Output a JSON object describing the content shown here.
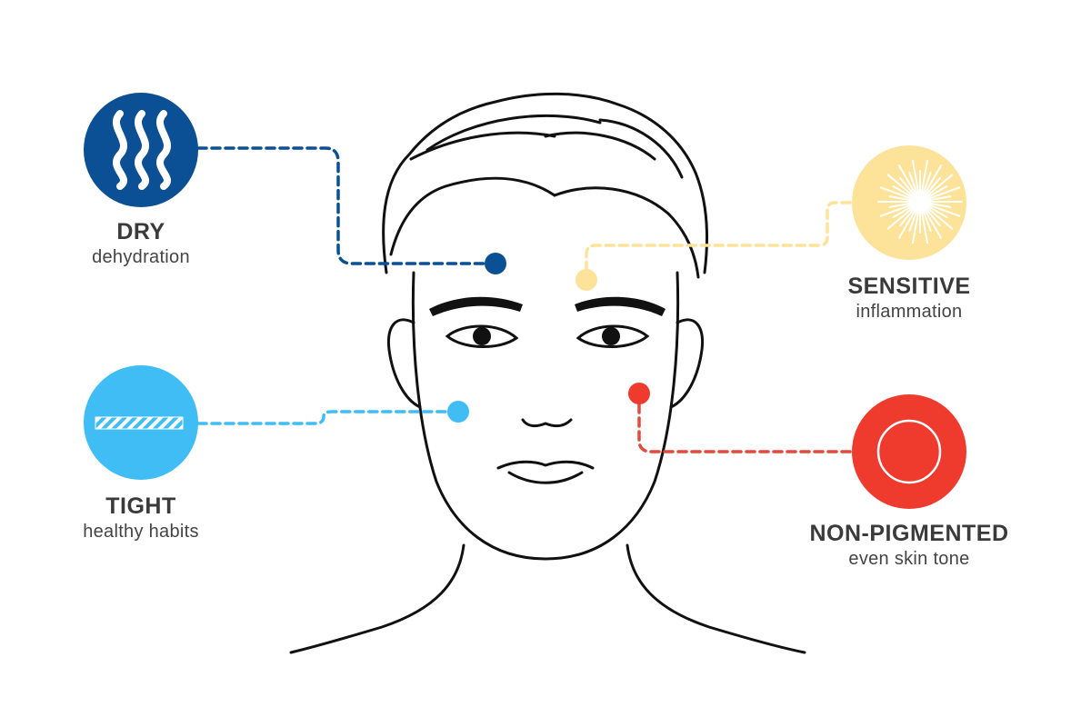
{
  "categories": [
    {
      "id": "dry",
      "title": "DRY",
      "subtitle": "dehydration",
      "color": "#0b4f94",
      "icon": "wavy-lines-icon"
    },
    {
      "id": "tight",
      "title": "TIGHT",
      "subtitle": "healthy habits",
      "color": "#3fbdf4",
      "icon": "hatched-bar-icon"
    },
    {
      "id": "sensitive",
      "title": "SENSITIVE",
      "subtitle": "inflammation",
      "color": "#fde39a",
      "icon": "starburst-icon"
    },
    {
      "id": "nonpigmented",
      "title": "NON-PIGMENTED",
      "subtitle": "even skin tone",
      "color": "#ef3a2e",
      "icon": "ring-icon"
    }
  ],
  "line_color": "#111111"
}
